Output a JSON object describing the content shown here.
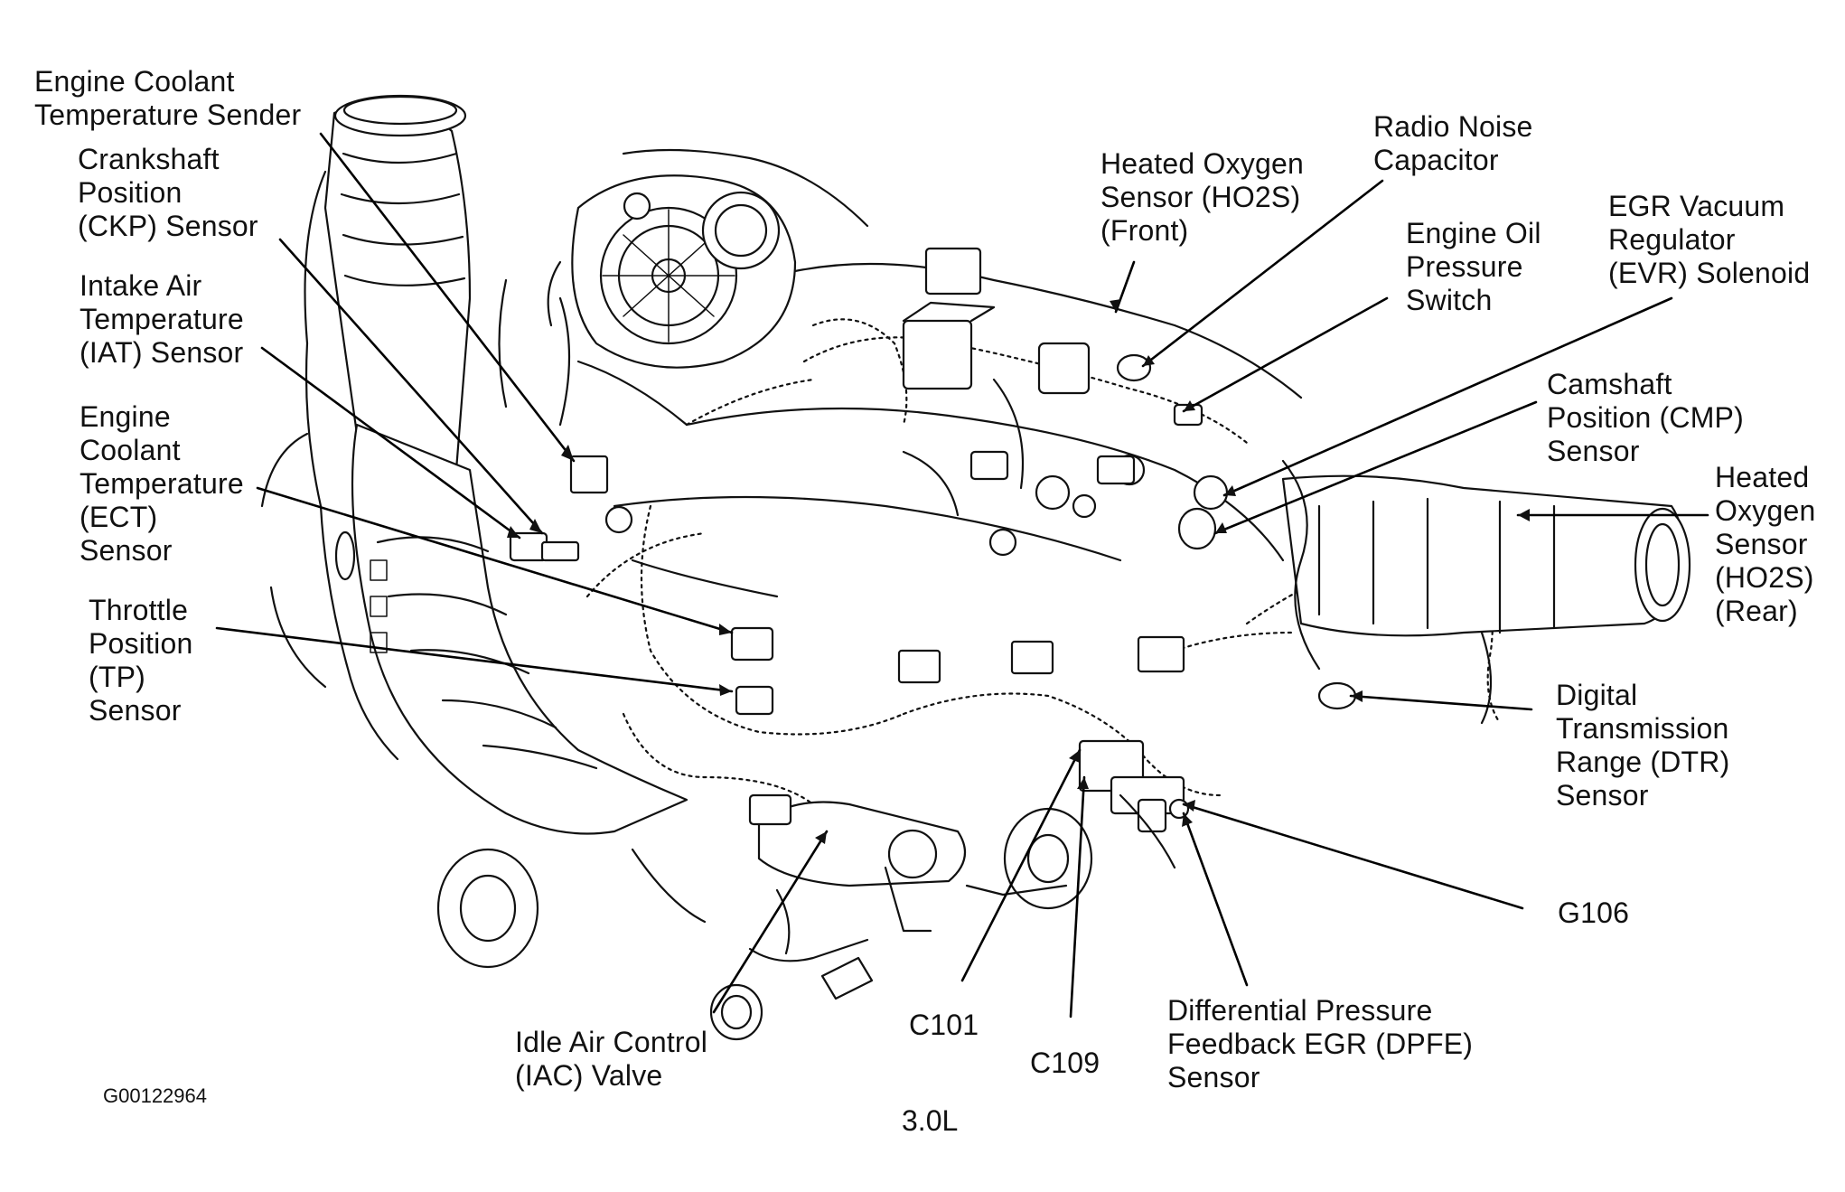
{
  "labels": {
    "ect_sender": "Engine Coolant\nTemperature Sender",
    "ckp": "Crankshaft\nPosition\n(CKP) Sensor",
    "iat": "Intake Air\nTemperature\n(IAT) Sensor",
    "ect_sensor": "Engine\nCoolant\nTemperature\n(ECT)\nSensor",
    "tp": "Throttle\nPosition\n(TP)\nSensor",
    "iac": "Idle Air Control\n(IAC) Valve",
    "c101": "C101",
    "c109": "C109",
    "dpfe": "Differential Pressure\nFeedback EGR (DPFE)\nSensor",
    "g106": "G106",
    "dtr": "Digital\nTransmission\nRange (DTR)\nSensor",
    "ho2s_rear": "Heated\nOxygen\nSensor\n(HO2S)\n(Rear)",
    "cmp": "Camshaft\nPosition (CMP)\nSensor",
    "evr": "EGR Vacuum\nRegulator\n(EVR) Solenoid",
    "oil_pressure": "Engine Oil\nPressure\nSwitch",
    "radio_noise": "Radio Noise\nCapacitor",
    "ho2s_front": "Heated Oxygen\nSensor (HO2S)\n(Front)"
  },
  "figure_id": "G00122964",
  "caption": "3.0L"
}
